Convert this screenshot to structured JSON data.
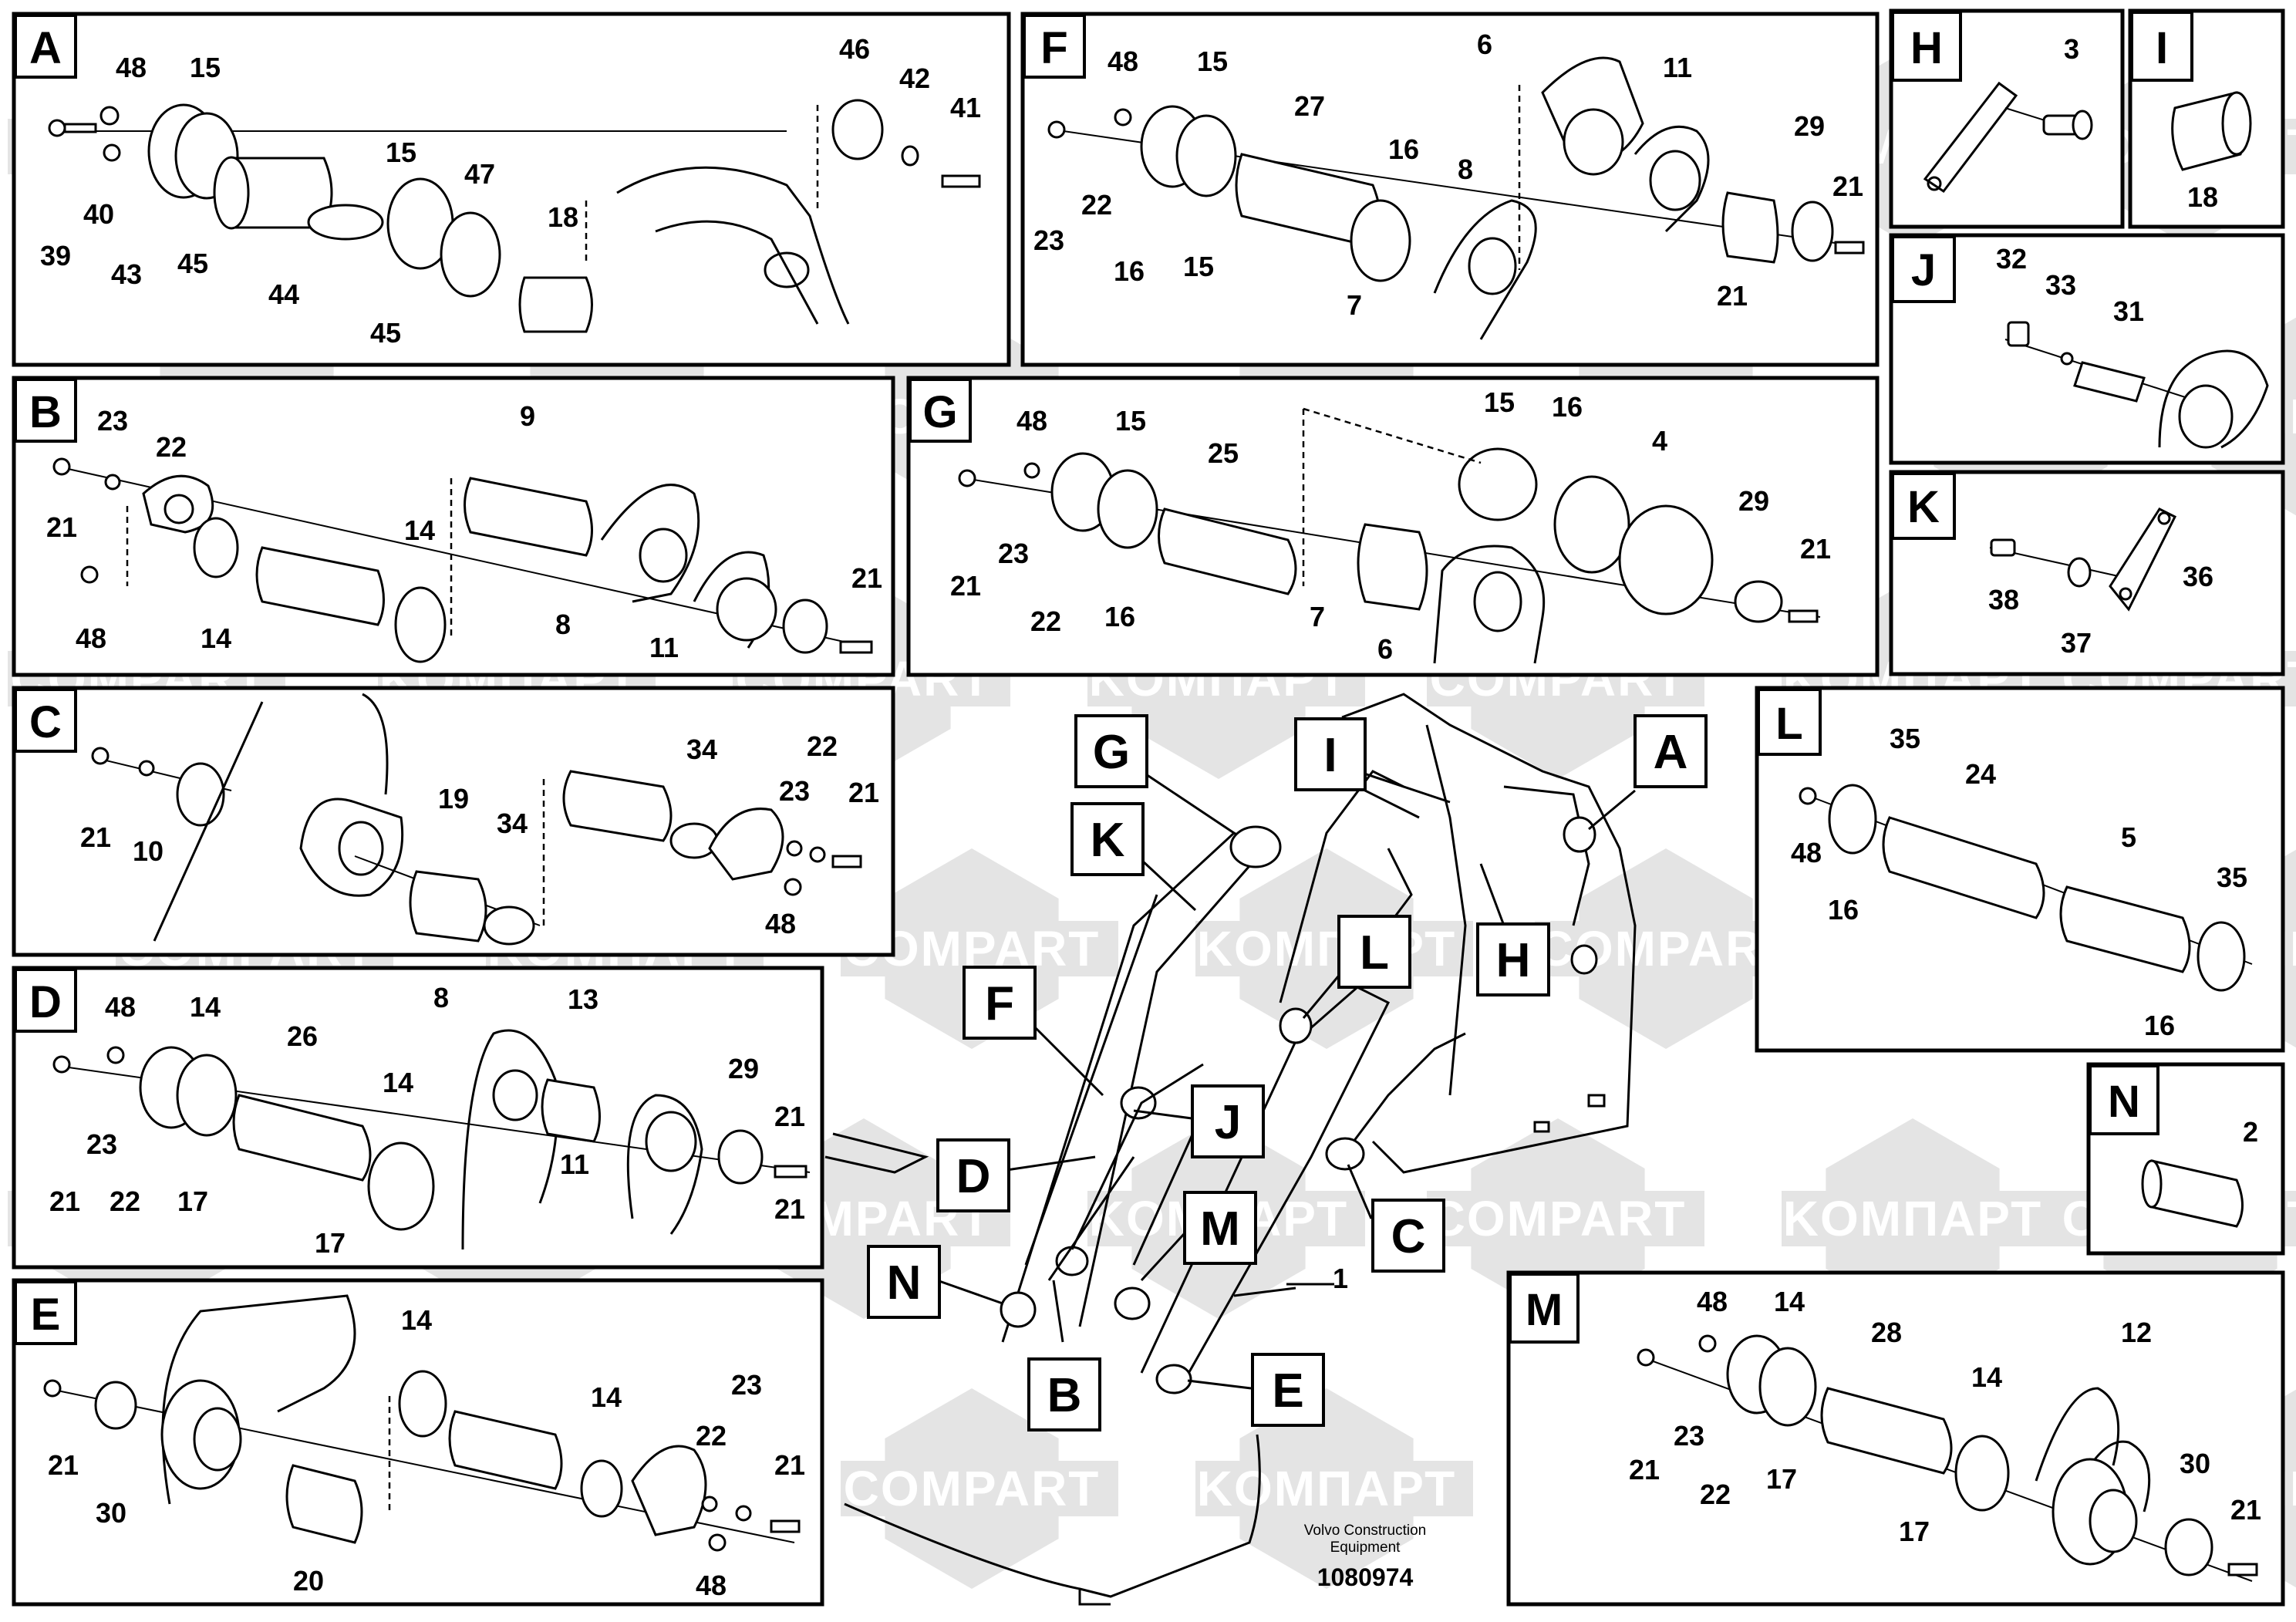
{
  "watermark": {
    "text_a": "KOMПАРТ",
    "text_b": "COMPART"
  },
  "panels": [
    {
      "id": "A",
      "numbers": [
        "48",
        "15",
        "46",
        "42",
        "41",
        "39",
        "40",
        "43",
        "45",
        "44",
        "15",
        "47",
        "18",
        "45"
      ]
    },
    {
      "id": "F",
      "numbers": [
        "48",
        "15",
        "27",
        "6",
        "11",
        "29",
        "21",
        "23",
        "22",
        "16",
        "15",
        "16",
        "8",
        "7",
        "21"
      ]
    },
    {
      "id": "H",
      "numbers": [
        "3"
      ]
    },
    {
      "id": "I",
      "numbers": [
        "18"
      ]
    },
    {
      "id": "J",
      "numbers": [
        "32",
        "33",
        "31"
      ]
    },
    {
      "id": "B",
      "numbers": [
        "23",
        "22",
        "9",
        "21",
        "14",
        "48",
        "14",
        "8",
        "11",
        "21"
      ]
    },
    {
      "id": "G",
      "numbers": [
        "48",
        "15",
        "25",
        "15",
        "16",
        "4",
        "29",
        "21",
        "21",
        "23",
        "22",
        "16",
        "7",
        "6"
      ]
    },
    {
      "id": "K",
      "numbers": [
        "38",
        "37",
        "36"
      ]
    },
    {
      "id": "C",
      "numbers": [
        "21",
        "10",
        "19",
        "34",
        "34",
        "22",
        "23",
        "21",
        "48"
      ]
    },
    {
      "id": "L",
      "numbers": [
        "35",
        "24",
        "5",
        "48",
        "16",
        "35",
        "16"
      ]
    },
    {
      "id": "D",
      "numbers": [
        "48",
        "14",
        "26",
        "8",
        "13",
        "29",
        "14",
        "21",
        "23",
        "21",
        "22",
        "17",
        "11",
        "21",
        "17"
      ]
    },
    {
      "id": "N",
      "numbers": [
        "2"
      ]
    },
    {
      "id": "E",
      "numbers": [
        "14",
        "14",
        "23",
        "22",
        "21",
        "21",
        "30",
        "20",
        "48"
      ]
    },
    {
      "id": "M",
      "numbers": [
        "48",
        "14",
        "28",
        "12",
        "14",
        "30",
        "21",
        "23",
        "22",
        "17",
        "17",
        "21"
      ]
    }
  ],
  "main_view": {
    "callouts": [
      "G",
      "I",
      "A",
      "K",
      "L",
      "H",
      "F",
      "J",
      "D",
      "M",
      "C",
      "N",
      "B",
      "E"
    ],
    "part_number": "1"
  },
  "footer": {
    "line1": "Volvo Construction",
    "line2": "Equipment",
    "doc_number": "1080974"
  }
}
